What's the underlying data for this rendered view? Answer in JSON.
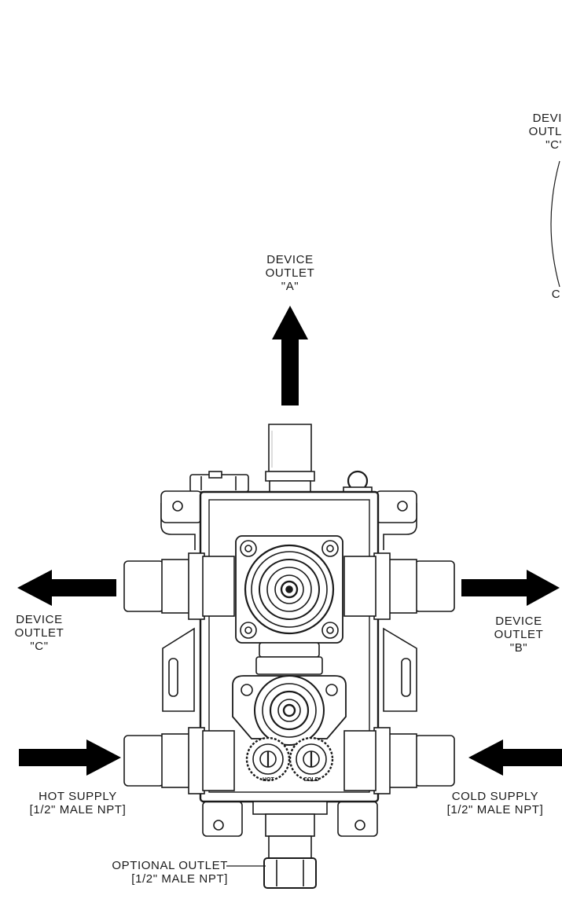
{
  "labels": {
    "outlet_a": {
      "line1": "DEVICE",
      "line2": "OUTLET",
      "line3": "\"A\""
    },
    "outlet_b": {
      "line1": "DEVICE",
      "line2": "OUTLET",
      "line3": "\"B\""
    },
    "outlet_c": {
      "line1": "DEVICE",
      "line2": "OUTLET",
      "line3": "\"C\""
    },
    "hot_supply": {
      "line1": "HOT SUPPLY",
      "line2": "[1/2\" MALE NPT]"
    },
    "cold_supply": {
      "line1": "COLD SUPPLY",
      "line2": "[1/2\" MALE NPT]"
    },
    "optional_outlet": {
      "line1": "OPTIONAL OUTLET",
      "line2": "[1/2\" MALE NPT]"
    },
    "inset_partial": {
      "line1": "DEVI",
      "line2": "OUTL",
      "line3": "\"C'",
      "line4": "C"
    }
  },
  "stop_labels": {
    "hot": "HOT",
    "cold": "COLD"
  },
  "colors": {
    "line": "#1a1a1a",
    "fill": "#ffffff",
    "shade": "#e9e9e9"
  }
}
